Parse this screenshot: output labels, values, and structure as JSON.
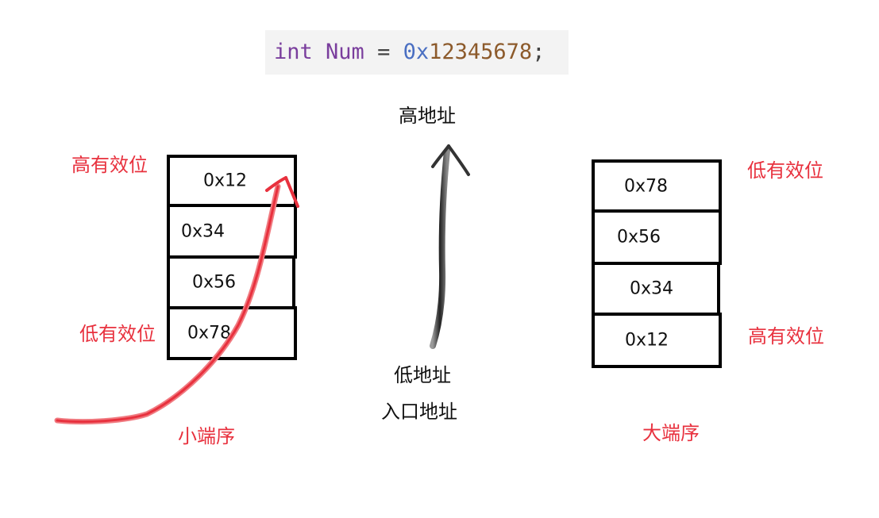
{
  "code": {
    "keyword": "int",
    "identifier": "Num",
    "operator": "=",
    "hex_prefix": "0x",
    "hex_digits": "12345678",
    "terminator": ";"
  },
  "center": {
    "high_address": "高地址",
    "low_address": "低地址",
    "entry_address": "入口地址"
  },
  "little_endian": {
    "title": "小端序",
    "high_label": "高有效位",
    "low_label": "低有效位",
    "cells": [
      "0x12",
      "0x34",
      "0x56",
      "0x78"
    ]
  },
  "big_endian": {
    "title": "大端序",
    "top_label": "低有效位",
    "bottom_label": "高有效位",
    "cells": [
      "0x78",
      "0x56",
      "0x34",
      "0x12"
    ]
  },
  "colors": {
    "annotation_red": "#e8313e",
    "code_background": "#f3f3f3",
    "keyword_purple": "#7a3e9d",
    "hex_prefix_blue": "#4a6fc2",
    "hex_digits_brown": "#8c5a2b"
  }
}
